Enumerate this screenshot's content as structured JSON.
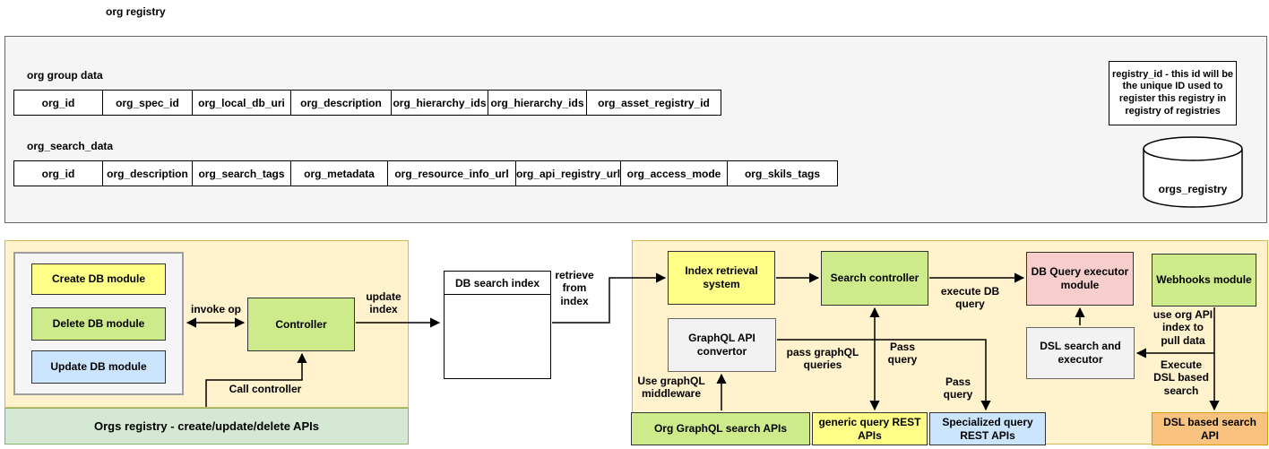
{
  "title": "org registry",
  "palette": {
    "container_fill": "#FFF2CC",
    "container_border": "#D6B656",
    "panel_gray": "#F5F5F5",
    "module_yellow": "#FFFF88",
    "module_green": "#CDEB8B",
    "module_blue": "#CCE5FF",
    "module_pink": "#F8CECC",
    "module_orange": "#FAC27F",
    "footer_green": "#D5E8D4",
    "footer_green_border": "#82B366"
  },
  "top_panel": {
    "group_table_label": "org group data",
    "group_columns": [
      "org_id",
      "org_spec_id",
      "org_local_db_uri",
      "org_description",
      "org_hierarchy_ids",
      "org_hierarchy_ids",
      "org_asset_registry_id"
    ],
    "search_table_label": "org_search_data",
    "search_columns": [
      "org_id",
      "org_description",
      "org_search_tags",
      "org_metadata",
      "org_resource_info_url",
      "org_api_registry_url",
      "org_access_mode",
      "org_skils_tags"
    ],
    "registry_note": "registry_id - this id will be the unique ID used to register this registry in registry of registries",
    "registry_db": "orgs_registry"
  },
  "crud_panel": {
    "modules": [
      "Create DB module",
      "Delete DB module",
      "Update DB module"
    ],
    "controller": "Controller",
    "invoke_op": "invoke op",
    "update_index": "update\nindex",
    "call_controller": "Call controller",
    "footer": "Orgs registry - create/update/delete APIs"
  },
  "index": {
    "db_search_index": "DB search index",
    "retrieve_from_index": "retrieve\nfrom\nindex"
  },
  "search_panel": {
    "index_retrieval": "Index retrieval\nsystem",
    "search_controller": "Search controller",
    "db_query_executor": "DB Query executor\nmodule",
    "webhooks": "Webhooks module",
    "graphql_convertor": "GraphQL API\nconvertor",
    "dsl_search": "DSL search and\nexecutor",
    "execute_db_query": "execute DB\nquery",
    "pass_graphql_queries": "pass graphQL\nqueries",
    "pass_query_left": "Pass\nquery",
    "pass_query_right": "Pass\nquery",
    "use_graphql_middleware": "Use graphQL\nmiddleware",
    "use_org_api": "use org API\nindex to\npull data",
    "execute_dsl": "Execute\nDSL based\nsearch",
    "api_graphql": "Org GraphQL search APIs",
    "api_generic": "generic query REST\nAPIs",
    "api_specialized": "Specialized query\nREST APIs",
    "api_dsl": "DSL based search API"
  }
}
